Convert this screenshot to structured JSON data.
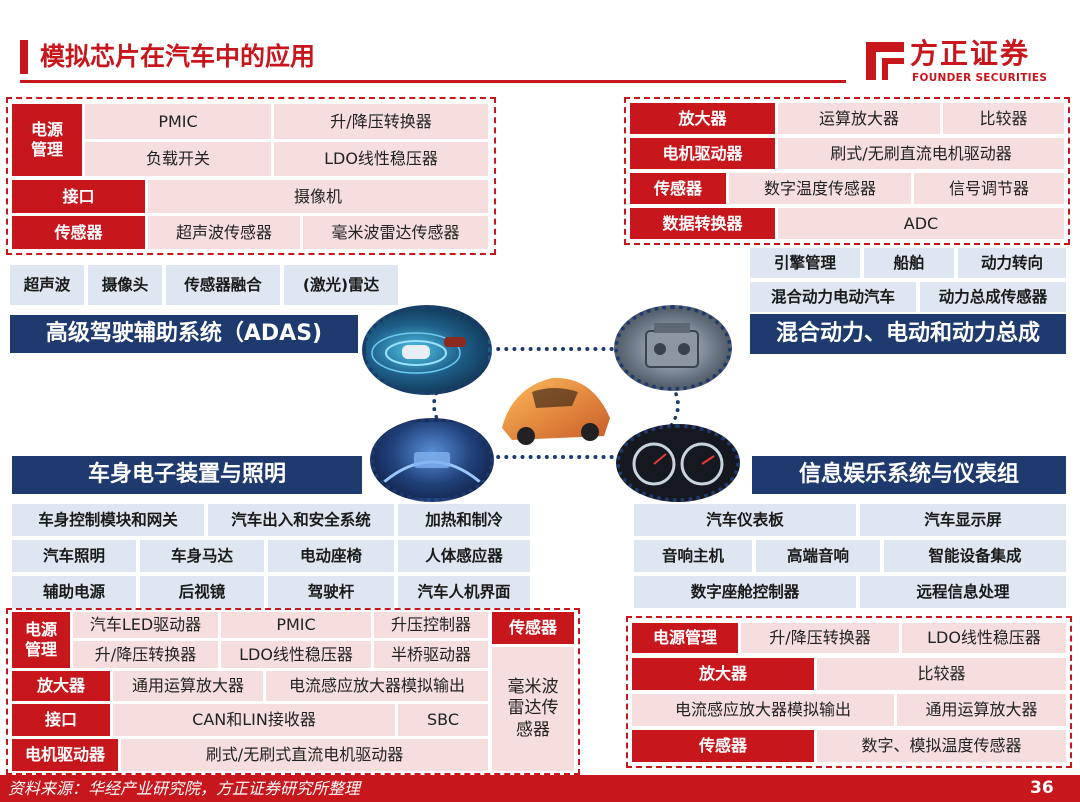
{
  "header": {
    "title": "模拟芯片在汽车中的应用",
    "logo_cn": "方正证券",
    "logo_en": "FOUNDER SECURITIES"
  },
  "adas_chips": {
    "power_label": "电源管理",
    "power_items": [
      "PMIC",
      "升/降压转换器",
      "负载开关",
      "LDO线性稳压器"
    ],
    "interface_label": "接口",
    "interface_item": "摄像机",
    "sensor_label": "传感器",
    "sensor_items": [
      "超声波传感器",
      "毫米波雷达传感器"
    ]
  },
  "adas": {
    "tags": [
      "超声波",
      "摄像头",
      "传感器融合",
      "(激光)雷达"
    ],
    "title": "高级驾驶辅助系统（ADAS)"
  },
  "powertrain_chips": {
    "amp_label": "放大器",
    "amp_items": [
      "运算放大器",
      "比较器"
    ],
    "motor_label": "电机驱动器",
    "motor_item": "刷式/无刷直流电机驱动器",
    "sensor_label": "传感器",
    "sensor_items": [
      "数字温度传感器",
      "信号调节器"
    ],
    "adc_label": "数据转换器",
    "adc_item": "ADC"
  },
  "powertrain": {
    "tags": [
      "引擎管理",
      "船舶",
      "动力转向",
      "混合动力电动汽车",
      "动力总成传感器"
    ],
    "title": "混合动力、电动和动力总成"
  },
  "body": {
    "title": "车身电子装置与照明",
    "tags": [
      "车身控制模块和网关",
      "汽车出入和安全系统",
      "加热和制冷",
      "汽车照明",
      "车身马达",
      "电动座椅",
      "人体感应器",
      "辅助电源",
      "后视镜",
      "驾驶杆",
      "汽车人机界面"
    ]
  },
  "body_chips": {
    "power_label": "电源管理",
    "power_items": [
      "汽车LED驱动器",
      "PMIC",
      "升压控制器",
      "升/降压转换器",
      "LDO线性稳压器",
      "半桥驱动器"
    ],
    "amp_label": "放大器",
    "amp_items": [
      "通用运算放大器",
      "电流感应放大器模拟输出"
    ],
    "interface_label": "接口",
    "interface_items": [
      "CAN和LIN接收器",
      "SBC"
    ],
    "motor_label": "电机驱动器",
    "motor_item": "刷式/无刷式直流电机驱动器",
    "sensor_label": "传感器",
    "sensor_item": "毫米波雷达传感器"
  },
  "infotainment": {
    "title": "信息娱乐系统与仪表组",
    "tags": [
      "汽车仪表板",
      "汽车显示屏",
      "音响主机",
      "高端音响",
      "智能设备集成",
      "数字座舱控制器",
      "远程信息处理"
    ]
  },
  "info_chips": {
    "power_label": "电源管理",
    "power_items": [
      "升/降压转换器",
      "LDO线性稳压器"
    ],
    "amp_label": "放大器",
    "amp_item": "比较器",
    "amp_items2": [
      "电流感应放大器模拟输出",
      "通用运算放大器"
    ],
    "sensor_label": "传感器",
    "sensor_item": "数字、模拟温度传感器"
  },
  "footer": {
    "source": "资料来源：华经产业研究院，方正证券研究所整理",
    "page": "36"
  },
  "colors": {
    "brand_red": "#c8161d",
    "navy": "#1e3a6e",
    "pink": "#f6dede",
    "light_blue": "#dde6f1"
  }
}
